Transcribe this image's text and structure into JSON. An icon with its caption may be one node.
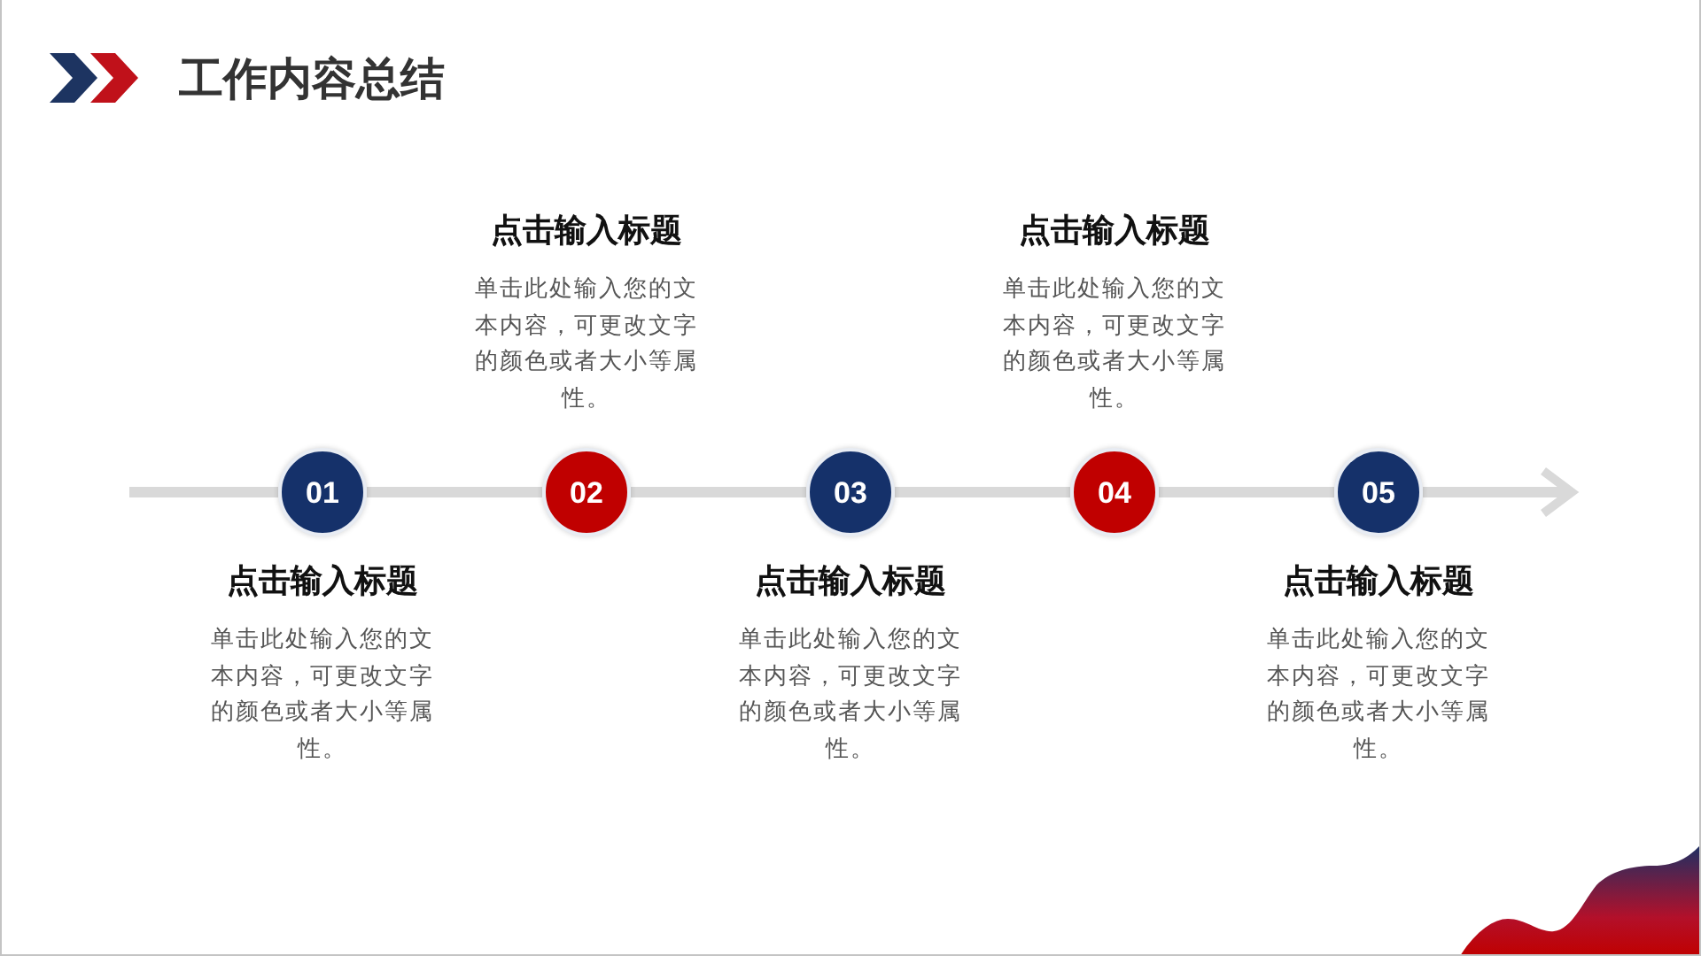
{
  "diagram": {
    "title": "工作内容总结",
    "nodes": [
      {
        "text": [
          "01"
        ],
        "beside": [
          "点击输入标题",
          "单击此处输入您的文本内容，可更改文字的颜色或者大小等属性。"
        ]
      },
      {
        "text": [
          "02"
        ],
        "beside": [
          "点击输入标题",
          "单击此处输入您的文本内容，可更改文字的颜色或者大小等属性。"
        ]
      },
      {
        "text": [
          "03"
        ],
        "beside": [
          "点击输入标题",
          "单击此处输入您的文本内容，可更改文字的颜色或者大小等属性。"
        ]
      },
      {
        "text": [
          "04"
        ],
        "beside": [
          "点击输入标题",
          "单击此处输入您的文本内容，可更改文字的颜色或者大小等属性。"
        ]
      },
      {
        "text": [
          "05"
        ],
        "beside": [
          "点击输入标题",
          "单击此处输入您的文本内容，可更改文字的颜色或者大小等属性。"
        ]
      }
    ],
    "edges": [
      {
        "from": null,
        "to": 0,
        "arrow": "none"
      },
      {
        "from": 0,
        "to": 1,
        "arrow": "none"
      },
      {
        "from": 1,
        "to": 2,
        "arrow": "none"
      },
      {
        "from": 2,
        "to": 3,
        "arrow": "none"
      },
      {
        "from": 3,
        "to": 4,
        "arrow": "none"
      },
      {
        "from": 4,
        "to": null,
        "arrow": "to"
      }
    ]
  }
}
